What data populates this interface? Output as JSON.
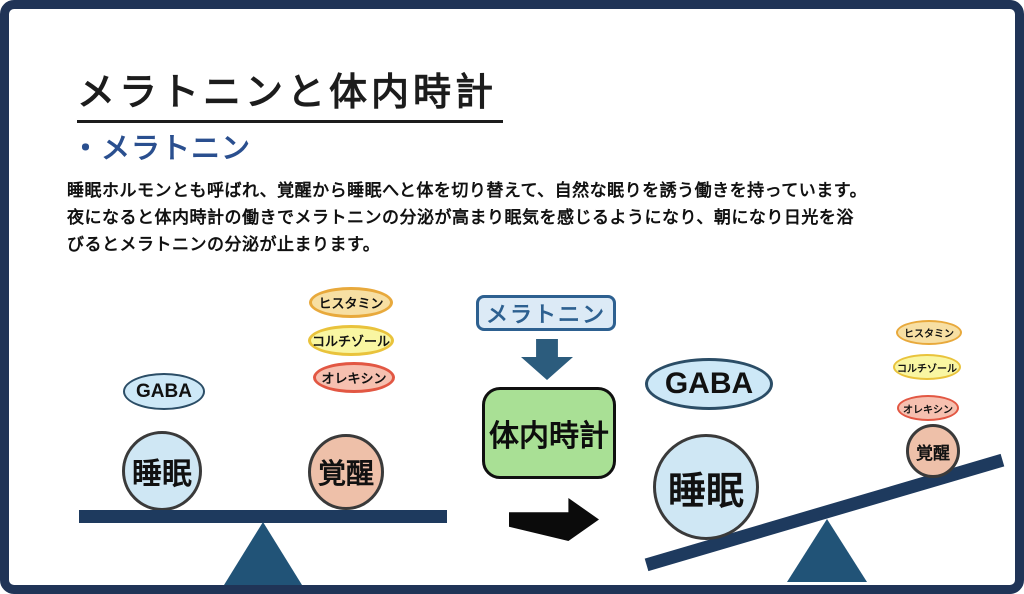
{
  "slide": {
    "title": "メラトニンと体内時計",
    "heading": "・メラトニン",
    "body_lines": [
      "睡眠ホルモンとも呼ばれ、覚醒から睡眠へと体を切り替えて、自然な眠りを誘う働きを持っています。",
      "夜になると体内時計の働きでメラトニンの分泌が高まり眠気を感じるようになり、朝になり日光を浴",
      "びるとメラトニンの分泌が止まります。"
    ]
  },
  "labels": {
    "gaba": "GABA",
    "sleep": "睡眠",
    "wake": "覚醒",
    "histamine": "ヒスタミン",
    "cortisol": "コルチゾール",
    "orexin": "オレキシン",
    "melatonin": "メラトニン",
    "body_clock": "体内時計"
  },
  "icons": {
    "down_arrow": "block-arrow-down-icon",
    "right_arrow": "block-arrow-right-icon",
    "fulcrum": "triangle-fulcrum",
    "beam": "seesaw-beam"
  },
  "colors": {
    "frame_navy": "#203457",
    "beam_navy": "#1e3a5e",
    "fulcrum_teal": "#215377",
    "heading_blue": "#2a4f8f",
    "sleep_circle_fill": "#cfe7f4",
    "wake_circle_fill": "#eec0a9",
    "gaba_fill": "#cde8f7",
    "histamine_fill": "#f7dfa3",
    "histamine_border": "#e8a93c",
    "cortisol_fill": "#f9f6a2",
    "cortisol_border": "#e9c33c",
    "orexin_fill": "#f6c0b0",
    "orexin_border": "#e25743",
    "melatonin_fill": "#dceaf6",
    "melatonin_border": "#2d6090",
    "body_clock_fill": "#a9e095",
    "down_arrow_color": "#2c5c7d",
    "right_arrow_color": "#0b0b0b"
  }
}
